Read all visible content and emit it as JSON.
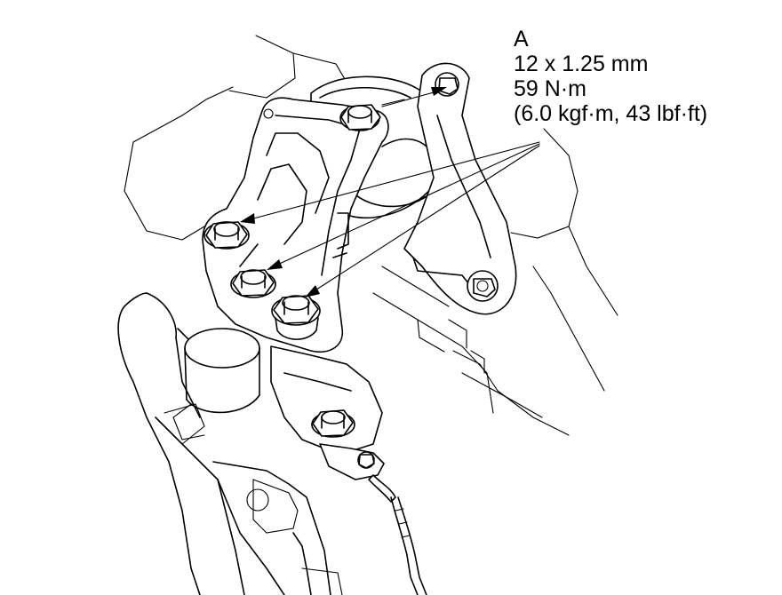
{
  "callout": {
    "letter": "A",
    "thread": "12 x 1.25 mm",
    "torque_nm": "59 N·m",
    "torque_alt": "(6.0 kgf·m, 43 lbf·ft)"
  },
  "colors": {
    "line": "#000000",
    "background": "#ffffff"
  }
}
